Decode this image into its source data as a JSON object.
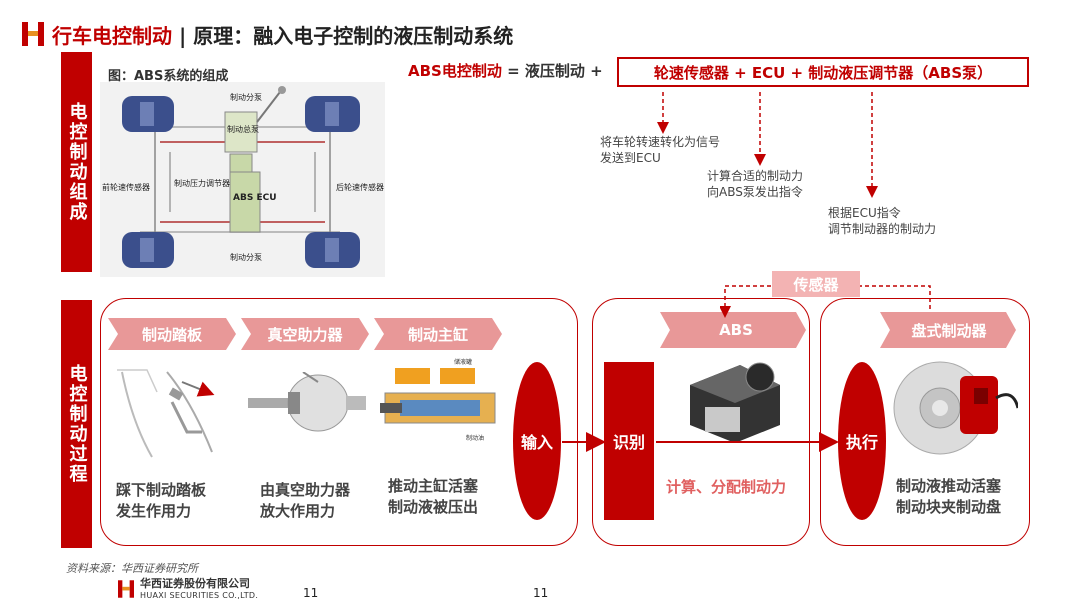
{
  "header": {
    "title_main": "行车电控制动",
    "title_sep": " | ",
    "title_sub": "原理：融入电子控制的液压制动系统"
  },
  "composition": {
    "side_label": "电控制动组成",
    "figure_title": "图：ABS系统的组成",
    "figure_labels": {
      "pump": "制动分泵",
      "master": "制动总泵",
      "regulator": "制动压力调节器",
      "ecu": "ABS ECU",
      "front_sensor": "前轮速传感器",
      "rear_sensor": "后轮速传感器",
      "pump_bottom": "制动分泵"
    },
    "formula": {
      "lhs": "ABS电控制动",
      "eq": " = 液压制动 + ",
      "box": "轮速传感器 + ECU + 制动液压调节器（ABS泵）"
    },
    "notes": [
      [
        "将车轮转速转化为信号",
        "发送到ECU"
      ],
      [
        "计算合适的制动力",
        "向ABS泵发出指令"
      ],
      [
        "根据ECU指令",
        "调节制动器的制动力"
      ]
    ]
  },
  "process": {
    "side_label": "电控制动过程",
    "steps": [
      {
        "label": "制动踏板",
        "text": [
          "踩下制动踏板",
          "发生作用力"
        ]
      },
      {
        "label": "真空助力器",
        "text": [
          "由真空助力器",
          "放大作用力"
        ]
      },
      {
        "label": "制动主缸",
        "text": [
          "推动主缸活塞",
          "制动液被压出"
        ]
      }
    ],
    "input_label": "输入",
    "recognize_label": "识别",
    "abs_label": "ABS",
    "abs_note": "计算、分配制动力",
    "sensor_label": "传感器",
    "execute_label": "执行",
    "disc_label": "盘式制动器",
    "disc_text": [
      "制动液推动活塞",
      "制动块夹制动盘"
    ],
    "oil_label": "储液罐",
    "brake_oil_label": "制动油"
  },
  "footer": {
    "source": "资料来源：华西证券研究所",
    "company_cn": "华西证券股份有限公司",
    "company_en": "HUAXI SECURITIES CO.,LTD.",
    "page_left": "11",
    "page_right": "11"
  },
  "colors": {
    "accent": "#c00000",
    "chevron_light": "#e89898",
    "sensor_box": "#f3b3b3"
  }
}
